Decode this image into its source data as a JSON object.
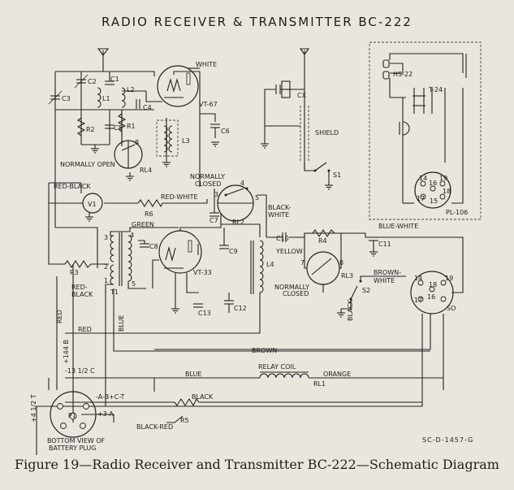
{
  "title": "RADIO RECEIVER & TRANSMITTER BC-222",
  "caption": "Figure 19—Radio Receiver and Transmitter BC-222—Schematic Diagram",
  "doc_number": "SC-D-1457-G",
  "components": {
    "c1": "C1",
    "c2": "C2",
    "c3": "C3",
    "c4": "C4",
    "c5": "C5",
    "c6": "C6",
    "c7": "C7",
    "c8": "C8",
    "c9": "C9",
    "c10": "C10",
    "c11": "C11",
    "c12": "C12",
    "c13": "C13",
    "cx": "CX",
    "l1": "L1",
    "l2": "L2",
    "l3": "L3",
    "l4": "L4",
    "r1": "R1",
    "r2": "R2",
    "r3": "R3",
    "r4": "R4",
    "r5": "R5",
    "r6": "R6",
    "r5b": "R5",
    "vt67": "VT-67",
    "vt33": "VT-33",
    "rl1": "RL1",
    "rl2": "RL2",
    "rl3": "RL3",
    "rl4": "RL4",
    "v1": "V1",
    "t1": "T1",
    "t24": "T-24",
    "hs22": "HS-22",
    "s1": "S1",
    "s2": "S2",
    "so": "SO",
    "pl106": "PL-106",
    "p1": "P1"
  },
  "labels": {
    "white": "WHITE",
    "normally_open": "NORMALLY OPEN",
    "normally_closed_a": "NORMALLY",
    "normally_closed_b": "CLOSED",
    "normally_closed_c": "NORMALLY",
    "normally_closed_d": "CLOSED",
    "shield": "SHIELD",
    "red_black_top": "RED-BLACK",
    "red_white": "RED-WHITE",
    "black_white_a": "BLACK-",
    "black_white_b": "WHITE",
    "green": "GREEN",
    "blue_white": "BLUE-WHITE",
    "yellow": "YELLOW",
    "brown_white_a": "BROWN-",
    "brown_white_b": "WHITE",
    "red_black_a": "RED-",
    "red_black_b": "BLACK",
    "black_v": "BLACK",
    "blue_v": "BLUE",
    "red_v": "RED",
    "red_h": "RED",
    "brown": "BROWN",
    "minus_13_5": "-13 1/2 C",
    "blue_h": "BLUE",
    "relay_coil": "RELAY COIL",
    "orange": "ORANGE",
    "plus_144": "+144 B",
    "plus_4_5": "+4 1/2 T",
    "black_h": "BLACK",
    "black_red": "BLACK-RED",
    "plug_pins": "-A-B+C-T",
    "plus_3a": "+3 A",
    "bottom_view_a": "BOTTOM VIEW OF",
    "bottom_view_b": "BATTERY PLUG"
  },
  "pins": {
    "p14": "14",
    "p15": "15",
    "p16": "16",
    "p17": "17",
    "p18": "18",
    "p19": "19",
    "q14": "14",
    "q16": "16",
    "q17": "17",
    "q18": "18",
    "q19": "19",
    "t3": "3",
    "t2": "2",
    "t4": "4",
    "t1": "1",
    "t5": "5",
    "rl2_3": "3",
    "rl2_4": "4",
    "rl2_5": "5",
    "rl3_7": "7",
    "rl3_8": "8",
    "rl4_8": "8"
  }
}
